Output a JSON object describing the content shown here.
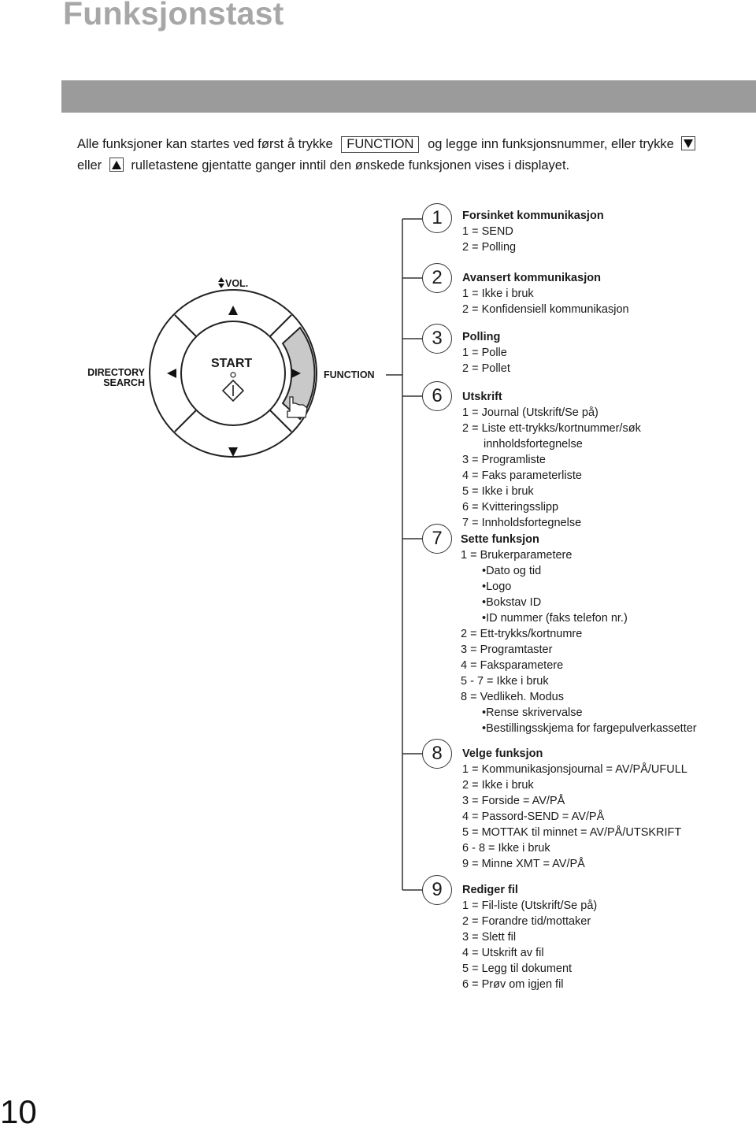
{
  "title": "Funksjonstast",
  "intro": {
    "line1_a": "Alle funksjoner kan startes ved først å trykke",
    "key_label": "FUNCTION",
    "line1_b": "og legge inn funksjonsnummer, eller trykke",
    "line2_a": "eller",
    "line2_b": "rulletastene gjentatte ganger inntil den ønskede funksjonen vises i displayet."
  },
  "panel": {
    "vol_label": "VOL.",
    "start_label": "START",
    "function_label": "FUNCTION",
    "directory_label_1": "DIRECTORY",
    "directory_label_2": "SEARCH"
  },
  "sections": [
    {
      "number": "1",
      "heading": "Forsinket kommunikasjon",
      "lines": [
        "1 = SEND",
        "2 = Polling"
      ]
    },
    {
      "number": "2",
      "heading": "Avansert kommunikasjon",
      "lines": [
        "1 = Ikke i bruk",
        "2 = Konfidensiell kommunikasjon"
      ]
    },
    {
      "number": "3",
      "heading": "Polling",
      "lines": [
        "1 = Polle",
        "2 = Pollet"
      ]
    },
    {
      "number": "6",
      "heading": "Utskrift",
      "lines": [
        "1 = Journal (Utskrift/Se på)",
        "2 = Liste ett-trykks/kortnummer/søk",
        "innholdsfortegnelse",
        "3 = Programliste",
        "4 = Faks parameterliste",
        "5 = Ikke i bruk",
        "6 = Kvitteringsslipp",
        "7 = Innholdsfortegnelse"
      ]
    },
    {
      "number": "7",
      "heading": "Sette funksjon",
      "lines": [
        "1 = Brukerparametere",
        "Dato og tid",
        "Logo",
        "Bokstav ID",
        "ID nummer (faks telefon nr.)",
        "2 = Ett-trykks/kortnumre",
        "3 = Programtaster",
        "4 = Faksparametere",
        "5 - 7 = Ikke i bruk",
        "8 = Vedlikeh. Modus",
        "Rense skrivervalse",
        "Bestillingsskjema for fargepulverkassetter"
      ]
    },
    {
      "number": "8",
      "heading": "Velge funksjon",
      "lines": [
        "1 = Kommunikasjonsjournal = AV/PÅ/UFULL",
        "2 = Ikke i bruk",
        "3 = Forside = AV/PÅ",
        "4 = Passord-SEND = AV/PÅ",
        "5 = MOTTAK til minnet = AV/PÅ/UTSKRIFT",
        "6 - 8 = Ikke i bruk",
        "9 = Minne XMT = AV/PÅ"
      ]
    },
    {
      "number": "9",
      "heading": "Rediger fil",
      "lines": [
        "1 = Fil-liste (Utskrift/Se på)",
        "2 = Forandre tid/mottaker",
        "3 = Slett fil",
        "4 = Utskrift av fil",
        "5 = Legg til dokument",
        "6 = Prøv om igjen fil"
      ]
    }
  ],
  "page_number": "10"
}
